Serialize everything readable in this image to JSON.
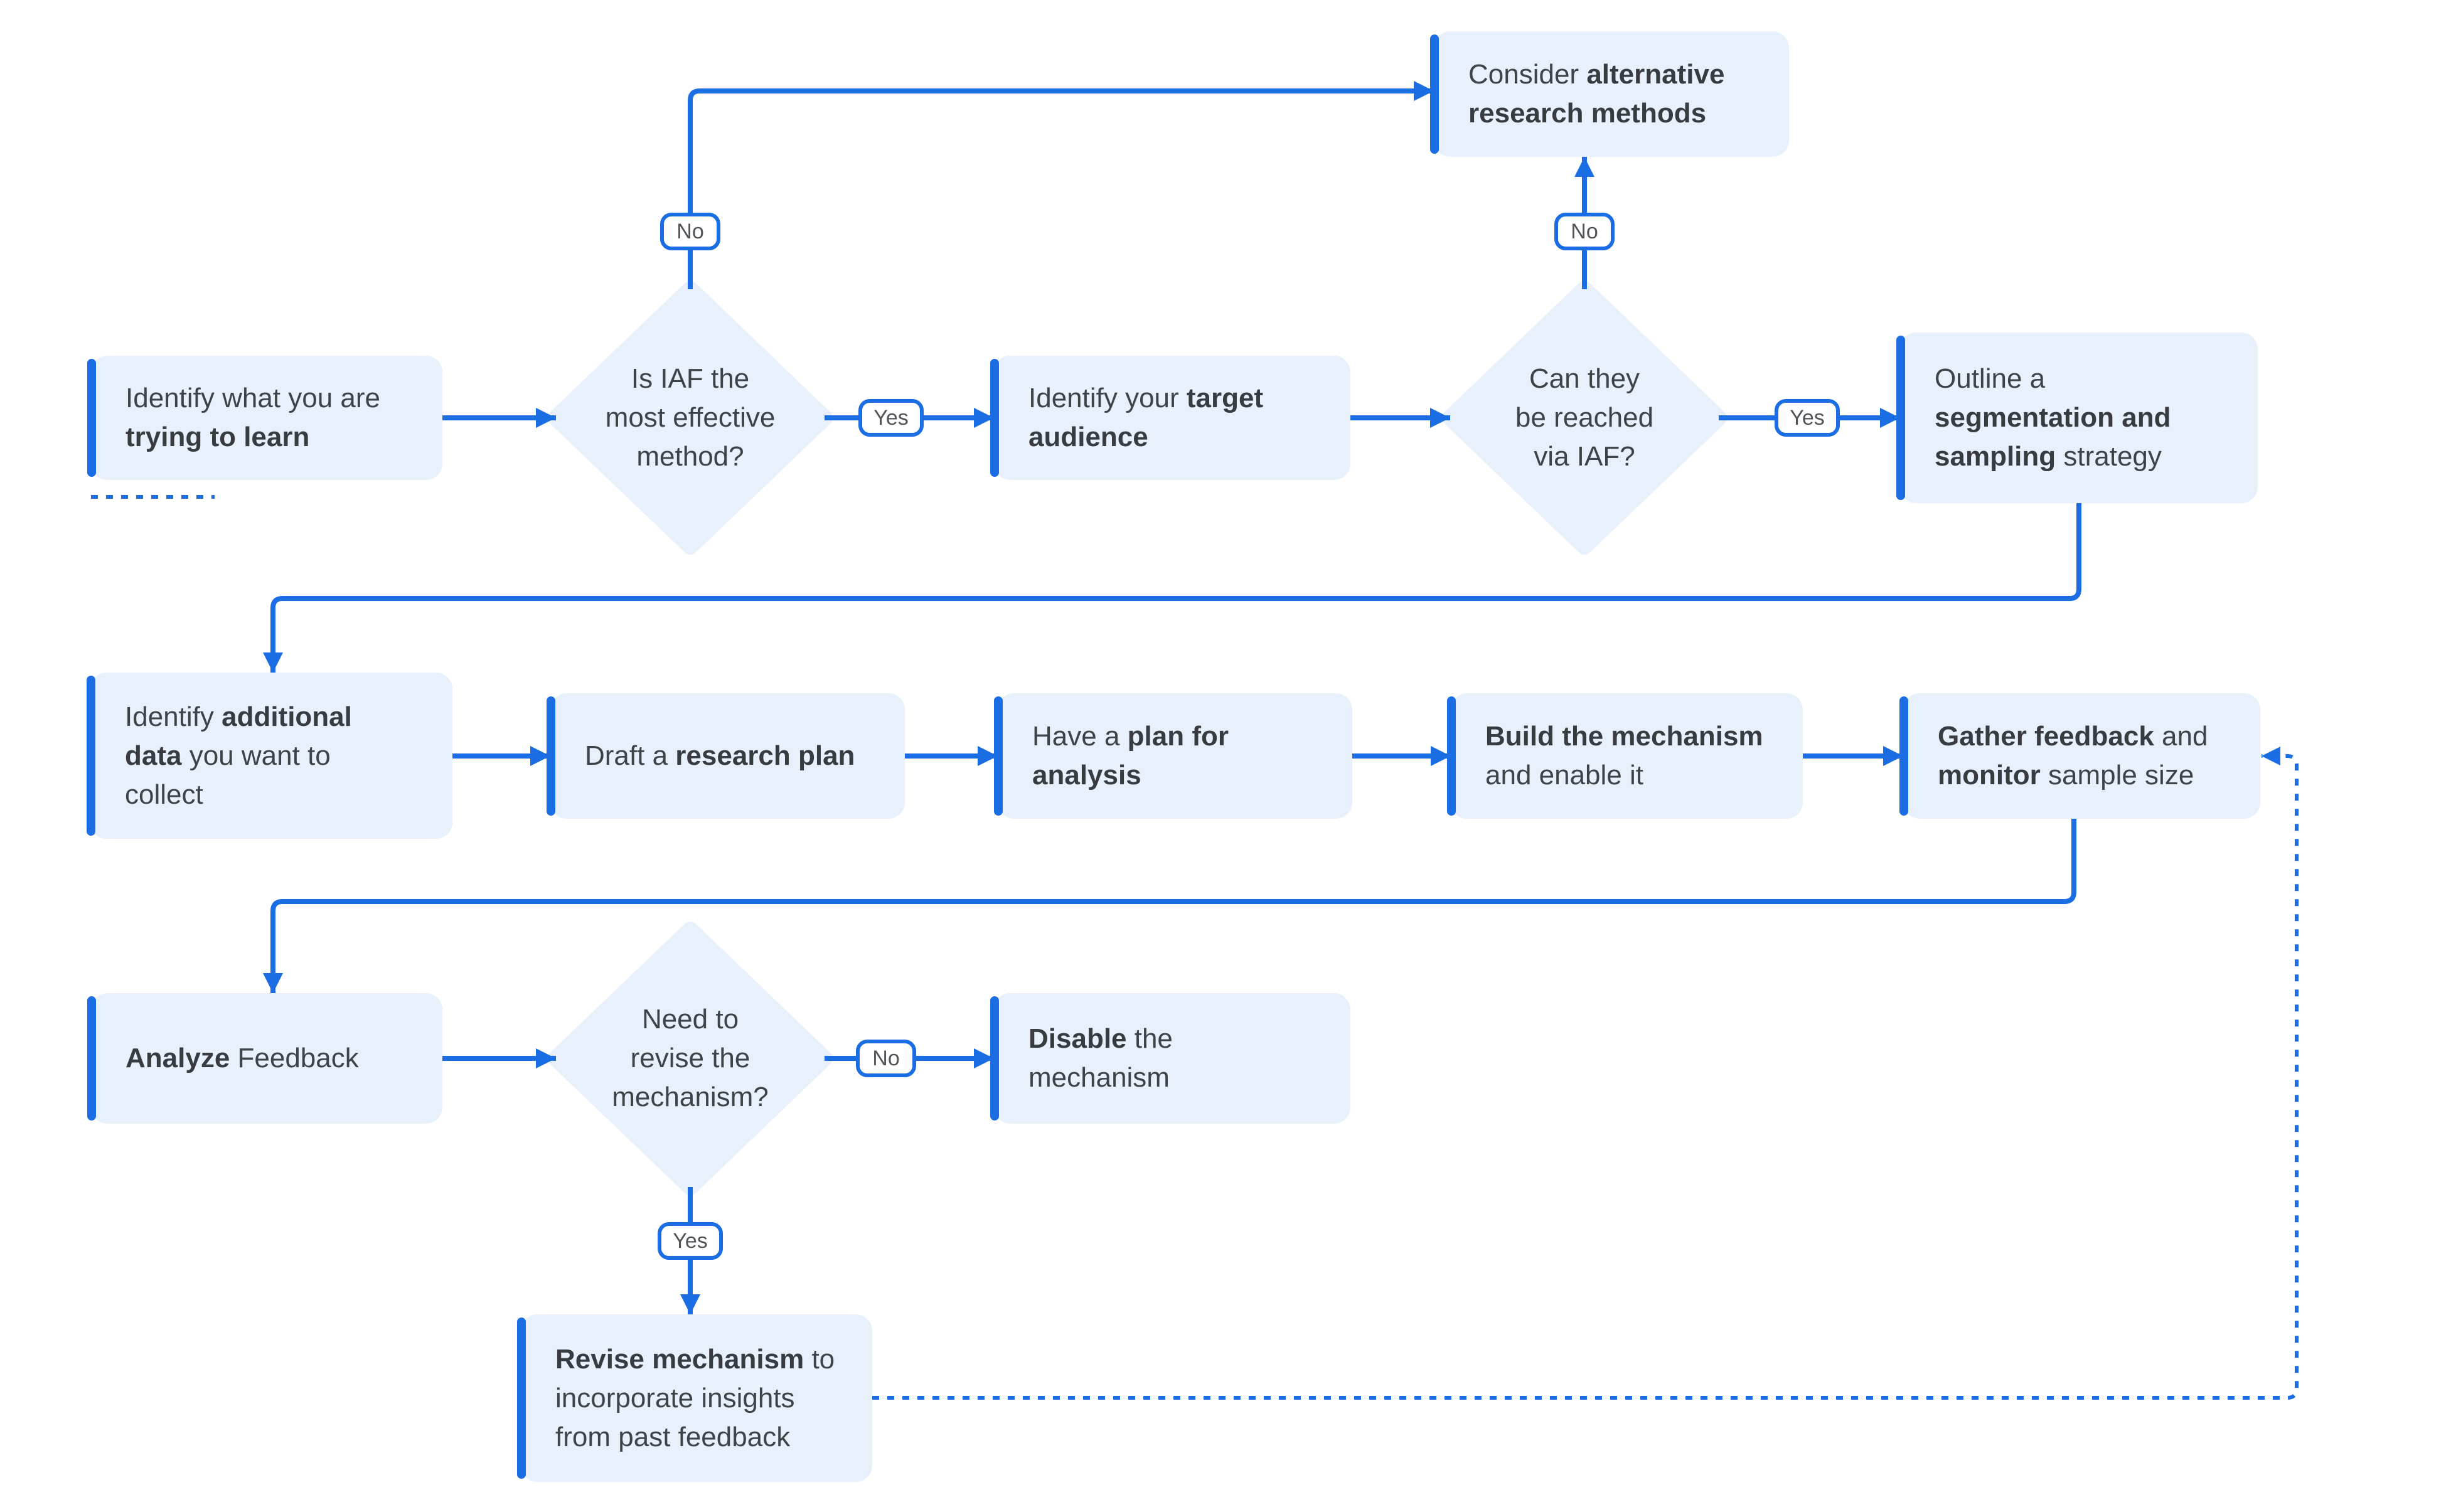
{
  "diagram_type": "flowchart",
  "colors": {
    "accent_blue": "#1b6de4",
    "node_fill": "#e8f1fb",
    "node_text": "#3e4347",
    "badge_text": "#50555a",
    "background": "#ffffff"
  },
  "badges": {
    "yes_label": "Yes",
    "no_label": "No"
  },
  "nodes": {
    "alternative": {
      "type": "process",
      "lines": [
        [
          {
            "t": "Consider ",
            "b": false
          },
          {
            "t": "alternative",
            "b": true
          }
        ],
        [
          {
            "t": "research methods",
            "b": true
          }
        ]
      ]
    },
    "learn": {
      "type": "process",
      "lines": [
        [
          {
            "t": "Identify what you are",
            "b": false
          }
        ],
        [
          {
            "t": "trying to learn",
            "b": true
          }
        ]
      ]
    },
    "iaf_effective": {
      "type": "decision",
      "lines": [
        [
          {
            "t": "Is IAF the",
            "b": false
          }
        ],
        [
          {
            "t": "most effective",
            "b": false
          }
        ],
        [
          {
            "t": "method?",
            "b": false
          }
        ]
      ]
    },
    "target_audience": {
      "type": "process",
      "lines": [
        [
          {
            "t": "Identify your ",
            "b": false
          },
          {
            "t": "target",
            "b": true
          }
        ],
        [
          {
            "t": "audience",
            "b": true
          }
        ]
      ]
    },
    "reach_iaf": {
      "type": "decision",
      "lines": [
        [
          {
            "t": "Can they",
            "b": false
          }
        ],
        [
          {
            "t": "be reached",
            "b": false
          }
        ],
        [
          {
            "t": "via IAF?",
            "b": false
          }
        ]
      ]
    },
    "segmentation": {
      "type": "process",
      "lines": [
        [
          {
            "t": "Outline a",
            "b": false
          }
        ],
        [
          {
            "t": "segmentation and",
            "b": true
          }
        ],
        [
          {
            "t": "sampling",
            "b": true
          },
          {
            "t": " strategy",
            "b": false
          }
        ]
      ]
    },
    "additional_data": {
      "type": "process",
      "lines": [
        [
          {
            "t": "Identify ",
            "b": false
          },
          {
            "t": "additional",
            "b": true
          }
        ],
        [
          {
            "t": "data",
            "b": true
          },
          {
            "t": " you want to",
            "b": false
          }
        ],
        [
          {
            "t": "collect",
            "b": false
          }
        ]
      ]
    },
    "research_plan": {
      "type": "process",
      "lines": [
        [
          {
            "t": "Draft a ",
            "b": false
          },
          {
            "t": "research plan",
            "b": true
          }
        ]
      ]
    },
    "analysis_plan": {
      "type": "process",
      "lines": [
        [
          {
            "t": "Have a ",
            "b": false
          },
          {
            "t": "plan for",
            "b": true
          }
        ],
        [
          {
            "t": "analysis",
            "b": true
          }
        ]
      ]
    },
    "build_mechanism": {
      "type": "process",
      "lines": [
        [
          {
            "t": "Build the mechanism",
            "b": true
          }
        ],
        [
          {
            "t": "and enable it",
            "b": false
          }
        ]
      ]
    },
    "gather_feedback": {
      "type": "process",
      "lines": [
        [
          {
            "t": "Gather feedback",
            "b": true
          },
          {
            "t": " and",
            "b": false
          }
        ],
        [
          {
            "t": "monitor",
            "b": true
          },
          {
            "t": " sample size",
            "b": false
          }
        ]
      ]
    },
    "analyze": {
      "type": "process",
      "lines": [
        [
          {
            "t": "Analyze",
            "b": true
          },
          {
            "t": " Feedback",
            "b": false
          }
        ]
      ]
    },
    "revise_q": {
      "type": "decision",
      "lines": [
        [
          {
            "t": "Need to",
            "b": false
          }
        ],
        [
          {
            "t": "revise the",
            "b": false
          }
        ],
        [
          {
            "t": "mechanism?",
            "b": false
          }
        ]
      ]
    },
    "disable": {
      "type": "process",
      "lines": [
        [
          {
            "t": "Disable",
            "b": true
          },
          {
            "t": " the",
            "b": false
          }
        ],
        [
          {
            "t": "mechanism",
            "b": false
          }
        ]
      ]
    },
    "revise": {
      "type": "process",
      "lines": [
        [
          {
            "t": "Revise mechanism",
            "b": true
          },
          {
            "t": " to",
            "b": false
          }
        ],
        [
          {
            "t": "incorporate insights",
            "b": false
          }
        ],
        [
          {
            "t": "from past feedback",
            "b": false
          }
        ]
      ]
    }
  }
}
